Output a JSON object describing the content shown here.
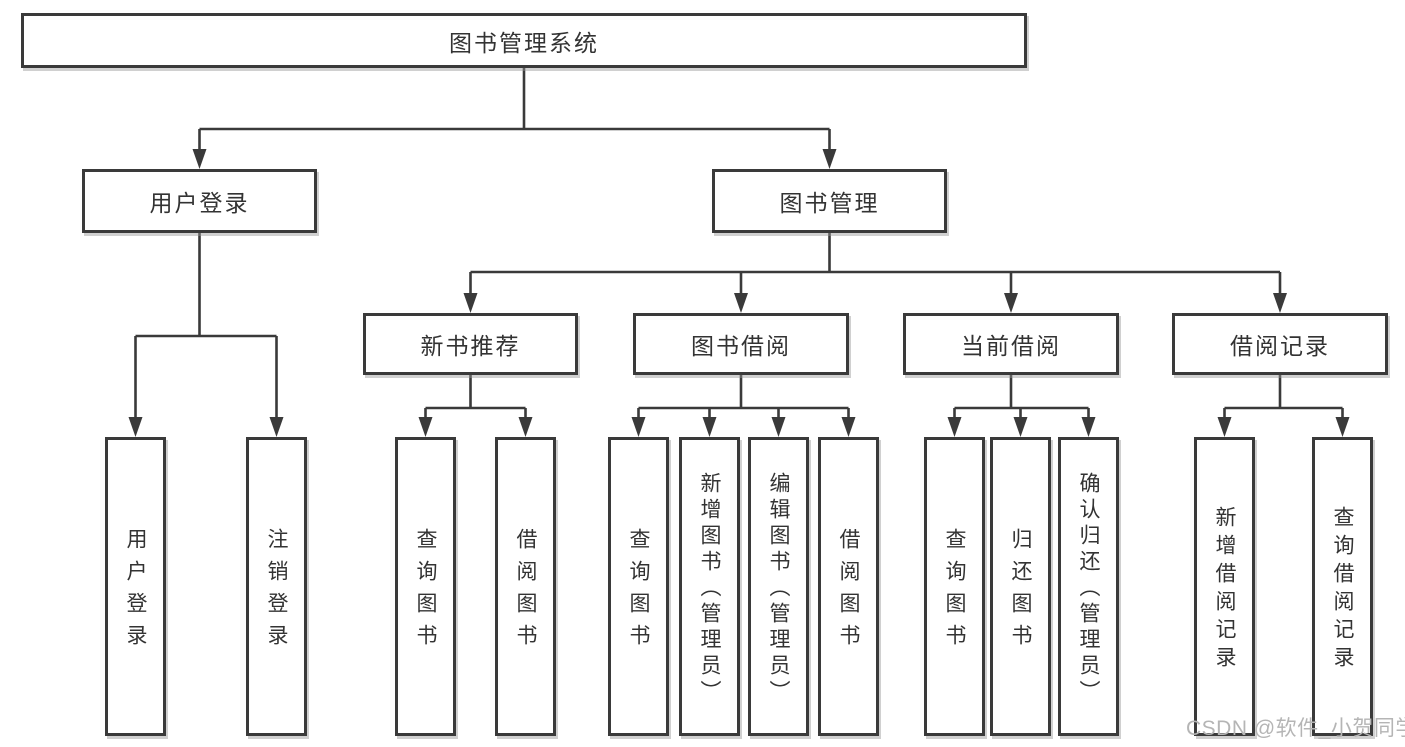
{
  "tree": {
    "root": {
      "label": "图书管理系统"
    },
    "children": [
      {
        "label": "用户登录",
        "children": [
          {
            "label": "用户登录"
          },
          {
            "label": "注销登录"
          }
        ]
      },
      {
        "label": "图书管理",
        "children": [
          {
            "label": "新书推荐",
            "children": [
              {
                "label": "查询图书"
              },
              {
                "label": "借阅图书"
              }
            ]
          },
          {
            "label": "图书借阅",
            "children": [
              {
                "label": "查询图书"
              },
              {
                "label": "新增图书（管理员）"
              },
              {
                "label": "编辑图书（管理员）"
              },
              {
                "label": "借阅图书"
              }
            ]
          },
          {
            "label": "当前借阅",
            "children": [
              {
                "label": "查询图书"
              },
              {
                "label": "归还图书"
              },
              {
                "label": "确认归还（管理员）"
              }
            ]
          },
          {
            "label": "借阅记录",
            "children": [
              {
                "label": "新增借阅记录"
              },
              {
                "label": "查询借阅记录"
              }
            ]
          }
        ]
      }
    ]
  },
  "watermark": {
    "text": "CSDN @软件_小贺同学"
  },
  "colors": {
    "line": "#3a3a3a",
    "background": "#ffffff",
    "node_fill": "#ffffff",
    "text": "#333333",
    "watermark": "#b5b5b5"
  }
}
